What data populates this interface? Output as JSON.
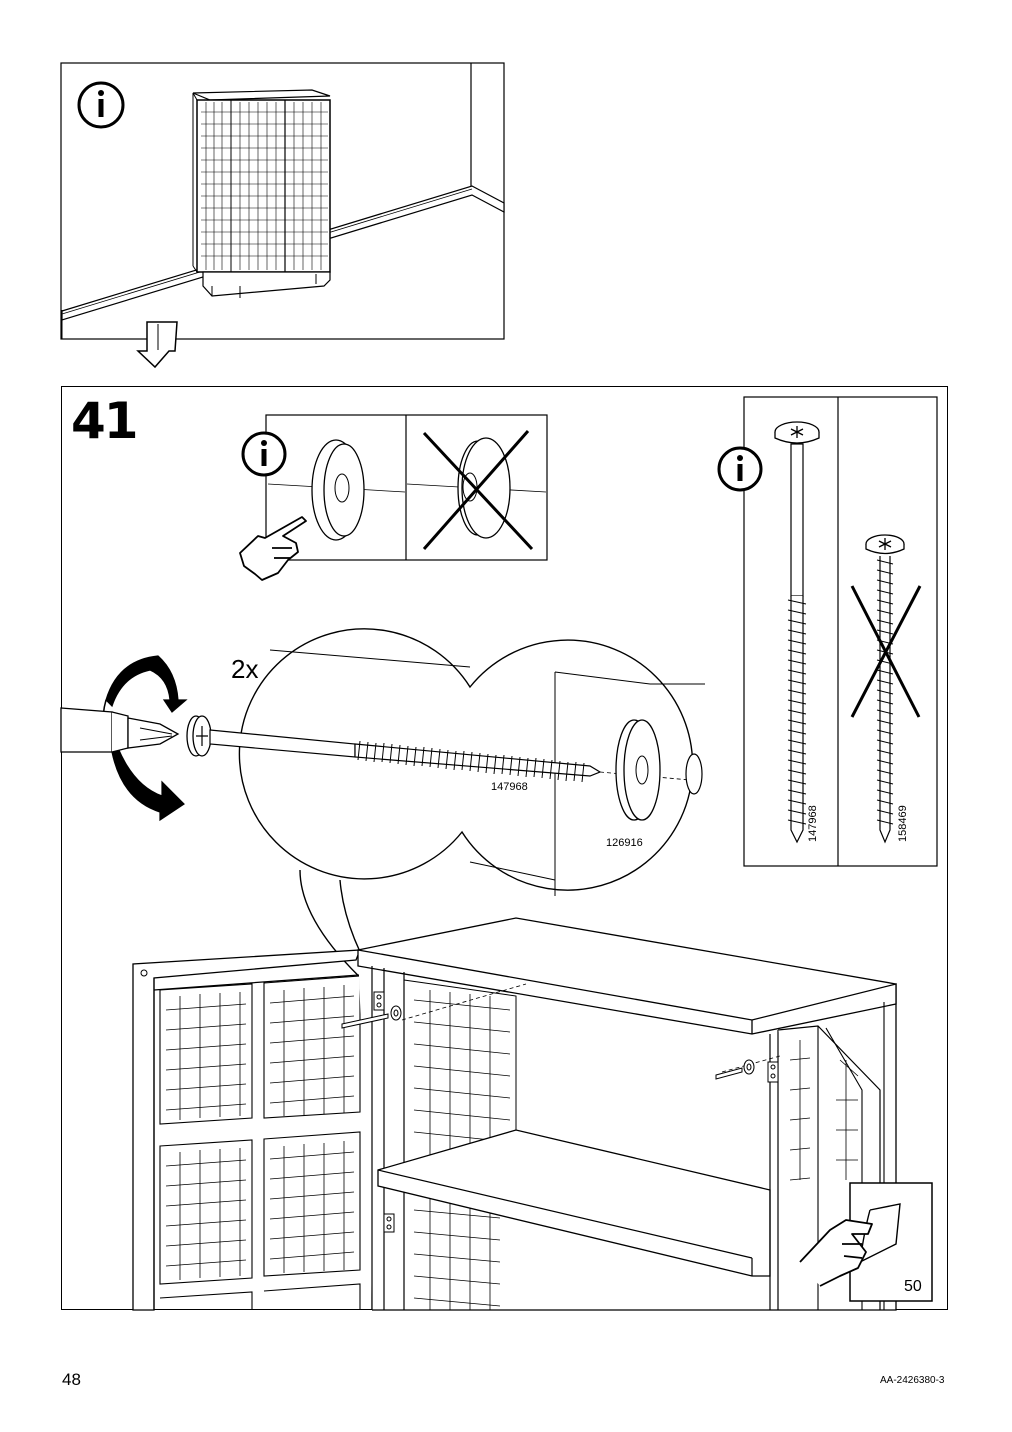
{
  "document": {
    "page_number": "48",
    "doc_code": "AA-2426380-3"
  },
  "info_panel": {
    "icon": "info-icon"
  },
  "step": {
    "number": "41",
    "quantity_label": "2x",
    "screw_part": "147968",
    "washer_part": "126916",
    "page_reference": "50"
  },
  "screw_compare": {
    "correct_part": "147968",
    "wrong_part": "158469"
  }
}
